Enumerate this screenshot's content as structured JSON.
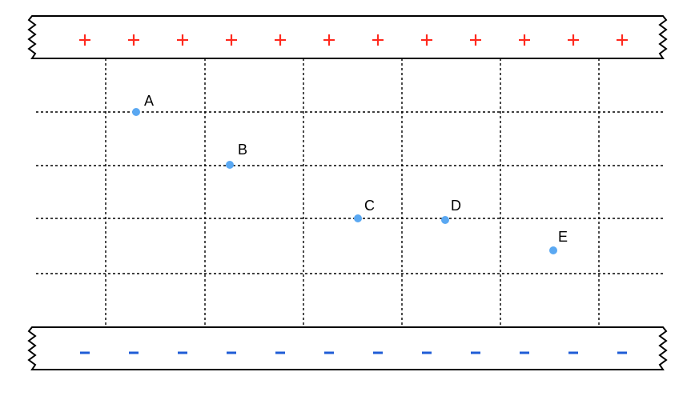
{
  "colors": {
    "positive": "#ff2a1f",
    "negative": "#1f5cd6",
    "point": "#5aa8f2",
    "line": "#000000"
  },
  "plates": {
    "top": {
      "charge_sign": "+",
      "charge_count": 12
    },
    "bottom": {
      "charge_sign": "-",
      "charge_count": 12
    }
  },
  "points": [
    {
      "label": "A"
    },
    {
      "label": "B"
    },
    {
      "label": "C"
    },
    {
      "label": "D"
    },
    {
      "label": "E"
    }
  ]
}
